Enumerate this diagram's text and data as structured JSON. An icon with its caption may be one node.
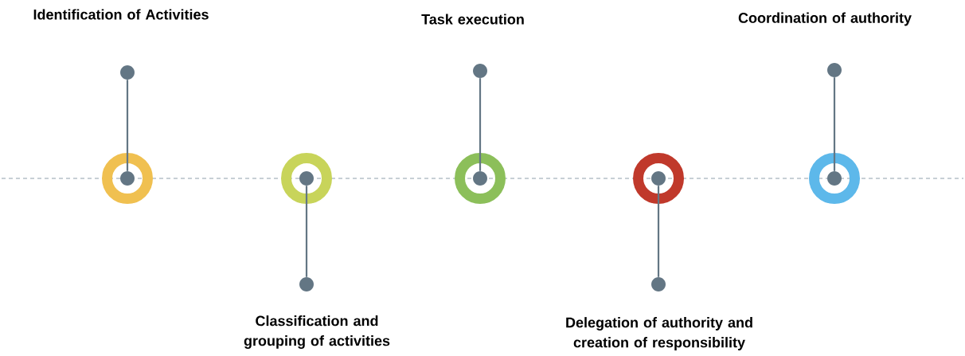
{
  "diagram": {
    "nodes": [
      {
        "text": [],
        "shape": "circle"
      },
      {
        "text": [],
        "shape": "circle"
      },
      {
        "text": [],
        "shape": "circle"
      },
      {
        "text": [],
        "shape": "circle"
      },
      {
        "text": [],
        "shape": "circle"
      },
      {
        "text": [],
        "shape": "circle",
        "beside": [
          "Identification of Activities"
        ]
      },
      {
        "text": [],
        "shape": "circle",
        "beside": [
          "Classification and grouping of activities"
        ]
      },
      {
        "text": [],
        "shape": "circle",
        "beside": [
          "Task execution"
        ]
      },
      {
        "text": [],
        "shape": "circle",
        "beside": [
          "Delegation of authority and creation of responsibility"
        ]
      },
      {
        "text": [],
        "shape": "circle",
        "beside": [
          "Coordination of authority"
        ]
      }
    ],
    "edges": [
      {
        "from": 0,
        "to": 5,
        "arrow": "none"
      },
      {
        "from": 1,
        "to": 6,
        "arrow": "none"
      },
      {
        "from": 2,
        "to": 7,
        "arrow": "none"
      },
      {
        "from": 3,
        "to": 8,
        "arrow": "none"
      },
      {
        "from": 4,
        "to": 9,
        "arrow": "none"
      }
    ]
  }
}
